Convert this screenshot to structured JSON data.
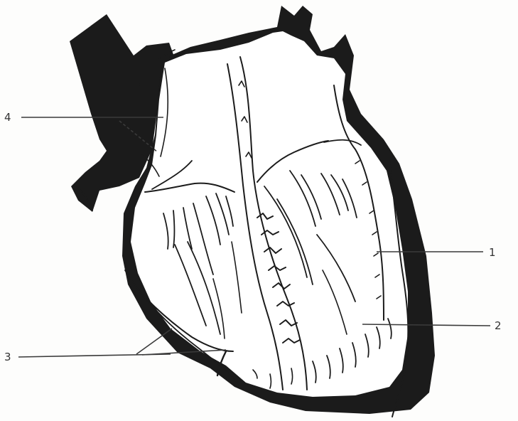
{
  "figure": {
    "colors": {
      "ink": "#1b1b1b",
      "paper": "#fdfdfc",
      "fill": "#ffffff"
    },
    "labels": [
      {
        "id": "label-1",
        "text": "1"
      },
      {
        "id": "label-2",
        "text": "2"
      },
      {
        "id": "label-3",
        "text": "3"
      },
      {
        "id": "label-4",
        "text": "4"
      }
    ]
  }
}
